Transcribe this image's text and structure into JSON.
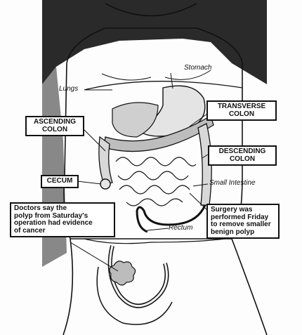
{
  "labels": {
    "stomach": "Stomach",
    "lungs": "Lungs",
    "transverse_colon": [
      "TRANSVERSE",
      "COLON"
    ],
    "ascending_colon": [
      "ASCENDING",
      "COLON"
    ],
    "descending_colon": [
      "DESCENDING",
      "COLON"
    ],
    "cecum": "CECUM",
    "small_intestine": "Small Intestine",
    "rectum": "Rectum"
  },
  "notes": {
    "polyp_saturday": [
      "Doctors say the",
      "polyp from Saturday's",
      "operation had evidence",
      "of cancer"
    ],
    "polyp_friday": [
      "Surgery was",
      "performed Friday",
      "to remove smaller",
      "benign polyp"
    ]
  },
  "colors": {
    "ink": "#111111",
    "shade": "#2a2a2a",
    "paper": "#fdfdfd"
  }
}
